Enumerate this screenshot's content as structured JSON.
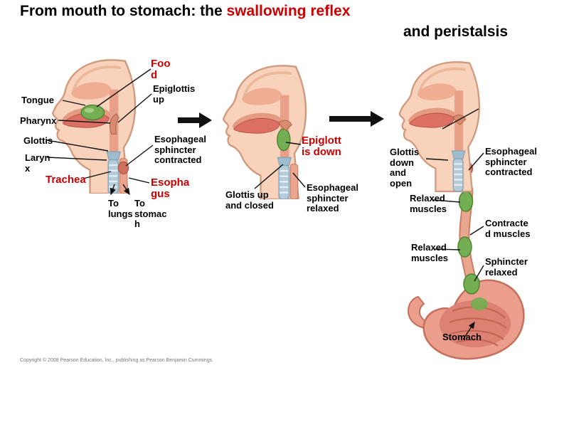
{
  "title": {
    "prefix": "From mouth to stomach: the ",
    "highlight": "swallowing reflex",
    "line2": "and peristalsis"
  },
  "colors": {
    "title_highlight": "#cc0000",
    "label_red": "#cc0000",
    "skin": "#f8d2ba",
    "skin_outline": "#d09a7e",
    "mouth_cavity": "#e59a82",
    "tongue": "#dc7064",
    "food_bolus_green": "#74ae52",
    "trachea_blue": "#b6cbd9",
    "esophagus_pink": "#eaa68e",
    "sphincter_red": "#cf6f5d",
    "stomach_pink": "#ec9e8d"
  },
  "panels": [
    {
      "labels": {
        "food": "Food",
        "epiglottis_up": "Epiglottis up",
        "tongue": "Tongue",
        "pharynx": "Pharynx",
        "glottis": "Glottis",
        "larynx": "Larynx",
        "esophageal_sphincter": "Esophageal sphincter contracted",
        "trachea": "Trachea",
        "esophagus": "Esophagus",
        "to_lungs": "To lungs",
        "to_stomach": "To stomach"
      }
    },
    {
      "labels": {
        "epiglottis_down": "Epiglottis down",
        "glottis": "Glottis up and closed",
        "esophageal_sphincter": "Esophageal sphincter relaxed"
      }
    },
    {
      "labels": {
        "glottis": "Glottis down and open",
        "esophageal_sphincter": "Esophageal sphincter contracted",
        "relaxed_muscles_upper": "Relaxed muscles",
        "contracted_muscles": "Contracted muscles",
        "relaxed_muscles_lower": "Relaxed muscles",
        "sphincter_relaxed": "Sphincter relaxed",
        "stomach": "Stomach"
      }
    }
  ],
  "footer": {
    "copyright": "Copyright © 2008 Pearson Education, Inc., publishing as Pearson Benjamin Cummings."
  }
}
